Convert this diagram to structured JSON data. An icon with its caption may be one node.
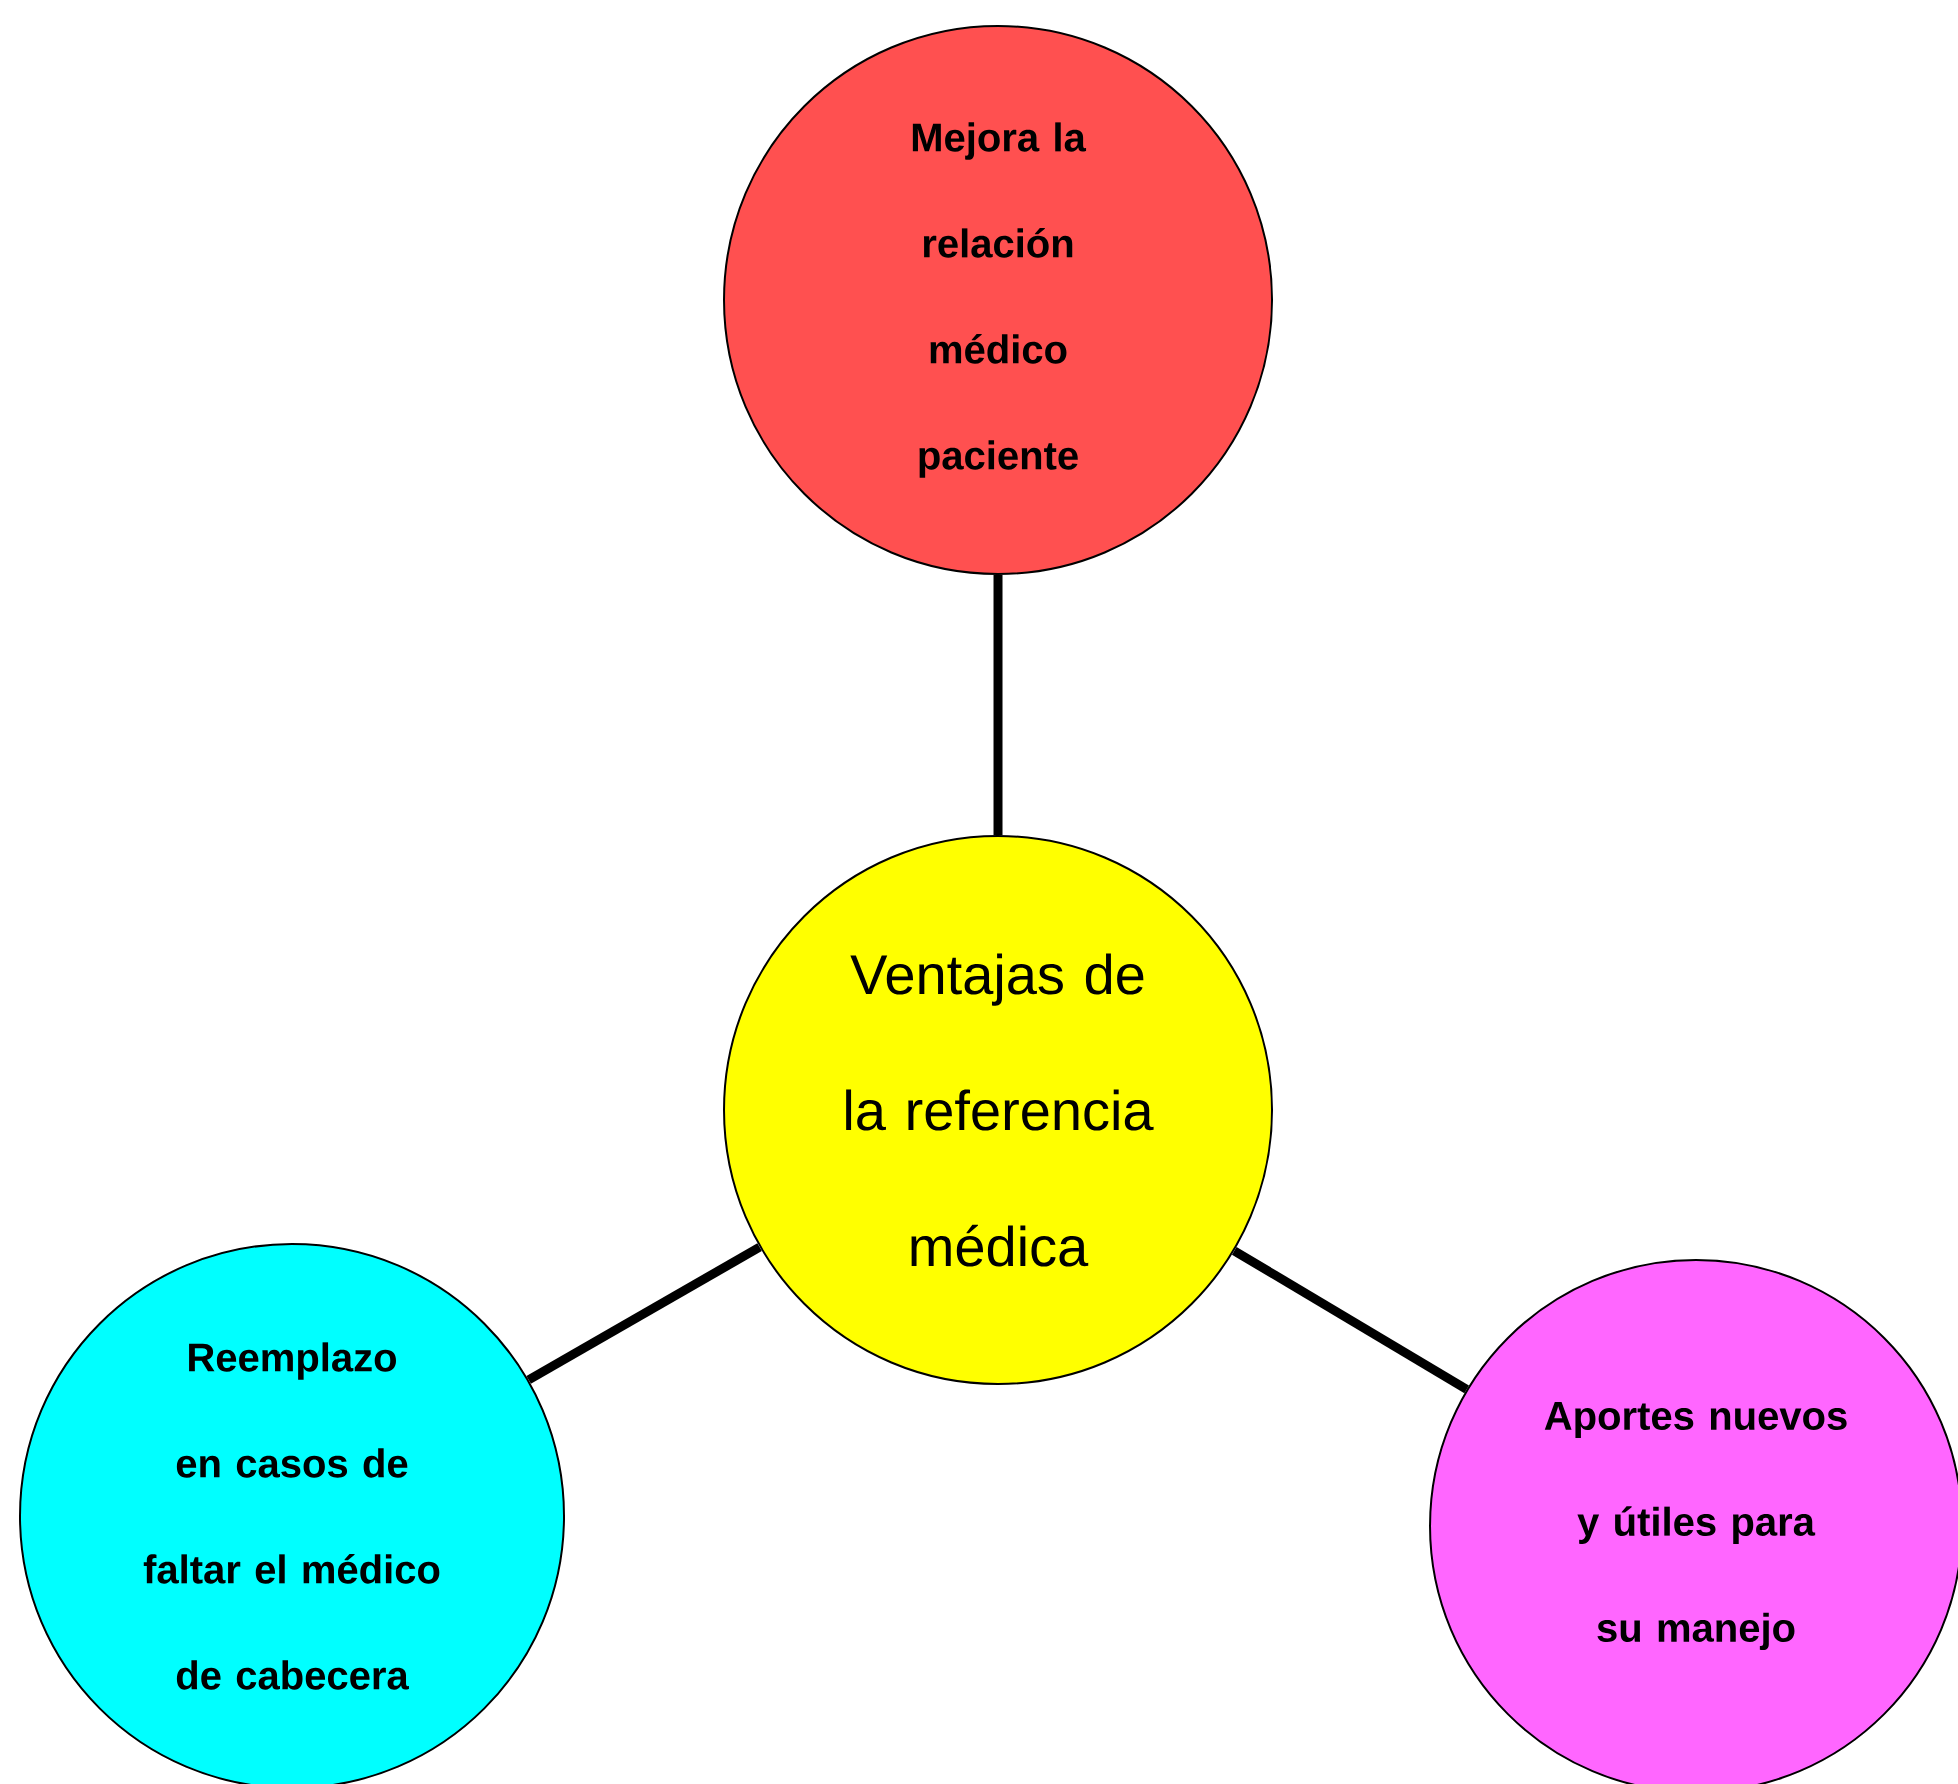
{
  "diagram": {
    "nodes": [
      {
        "text": [
          "Mejora la relación médico paciente"
        ]
      },
      {
        "text": [
          "Ventajas de la referencia médica"
        ]
      },
      {
        "text": [
          "Reemplazo en casos de faltar el médico de cabecera"
        ]
      },
      {
        "text": [
          "Aportes nuevos y útiles para su manejo"
        ]
      }
    ],
    "edges": [
      {
        "from": 1,
        "to": 0,
        "arrow": "none"
      },
      {
        "from": 1,
        "to": 2,
        "arrow": "none"
      },
      {
        "from": 1,
        "to": 3,
        "arrow": "none"
      }
    ]
  }
}
